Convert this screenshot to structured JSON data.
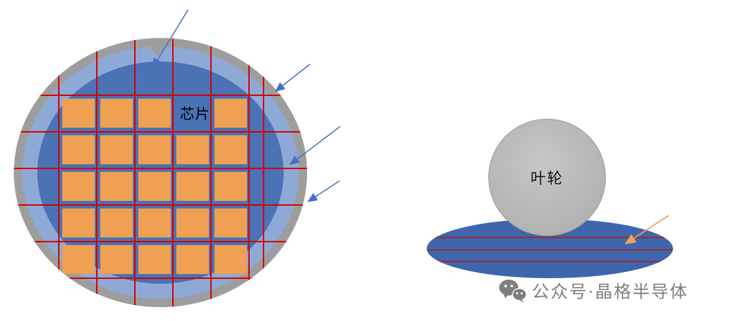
{
  "wafer_top_view": {
    "chip_label": "芯片",
    "grid": {
      "rows": 5,
      "cols": 5,
      "label_cell": {
        "row": 0,
        "col": 3
      }
    },
    "colors": {
      "edge_ring": "#9d9d9d",
      "outer_zone": "#8ea9d6",
      "inner_zone": "#4a72b4",
      "chip": "#efa053",
      "scribe_line": "#d40000",
      "annotation_arrow": "#4472c4"
    }
  },
  "wafer_side_view": {
    "impeller_label": "叶轮",
    "colors": {
      "wafer": "#3d66ae",
      "film_line": "#9c2a2a",
      "impeller": "#b8b8b8",
      "annotation_arrow": "#eda15e"
    }
  },
  "watermark": {
    "icon": "wechat-icon",
    "text": "公众号·晶格半导体",
    "color": "#808080"
  }
}
